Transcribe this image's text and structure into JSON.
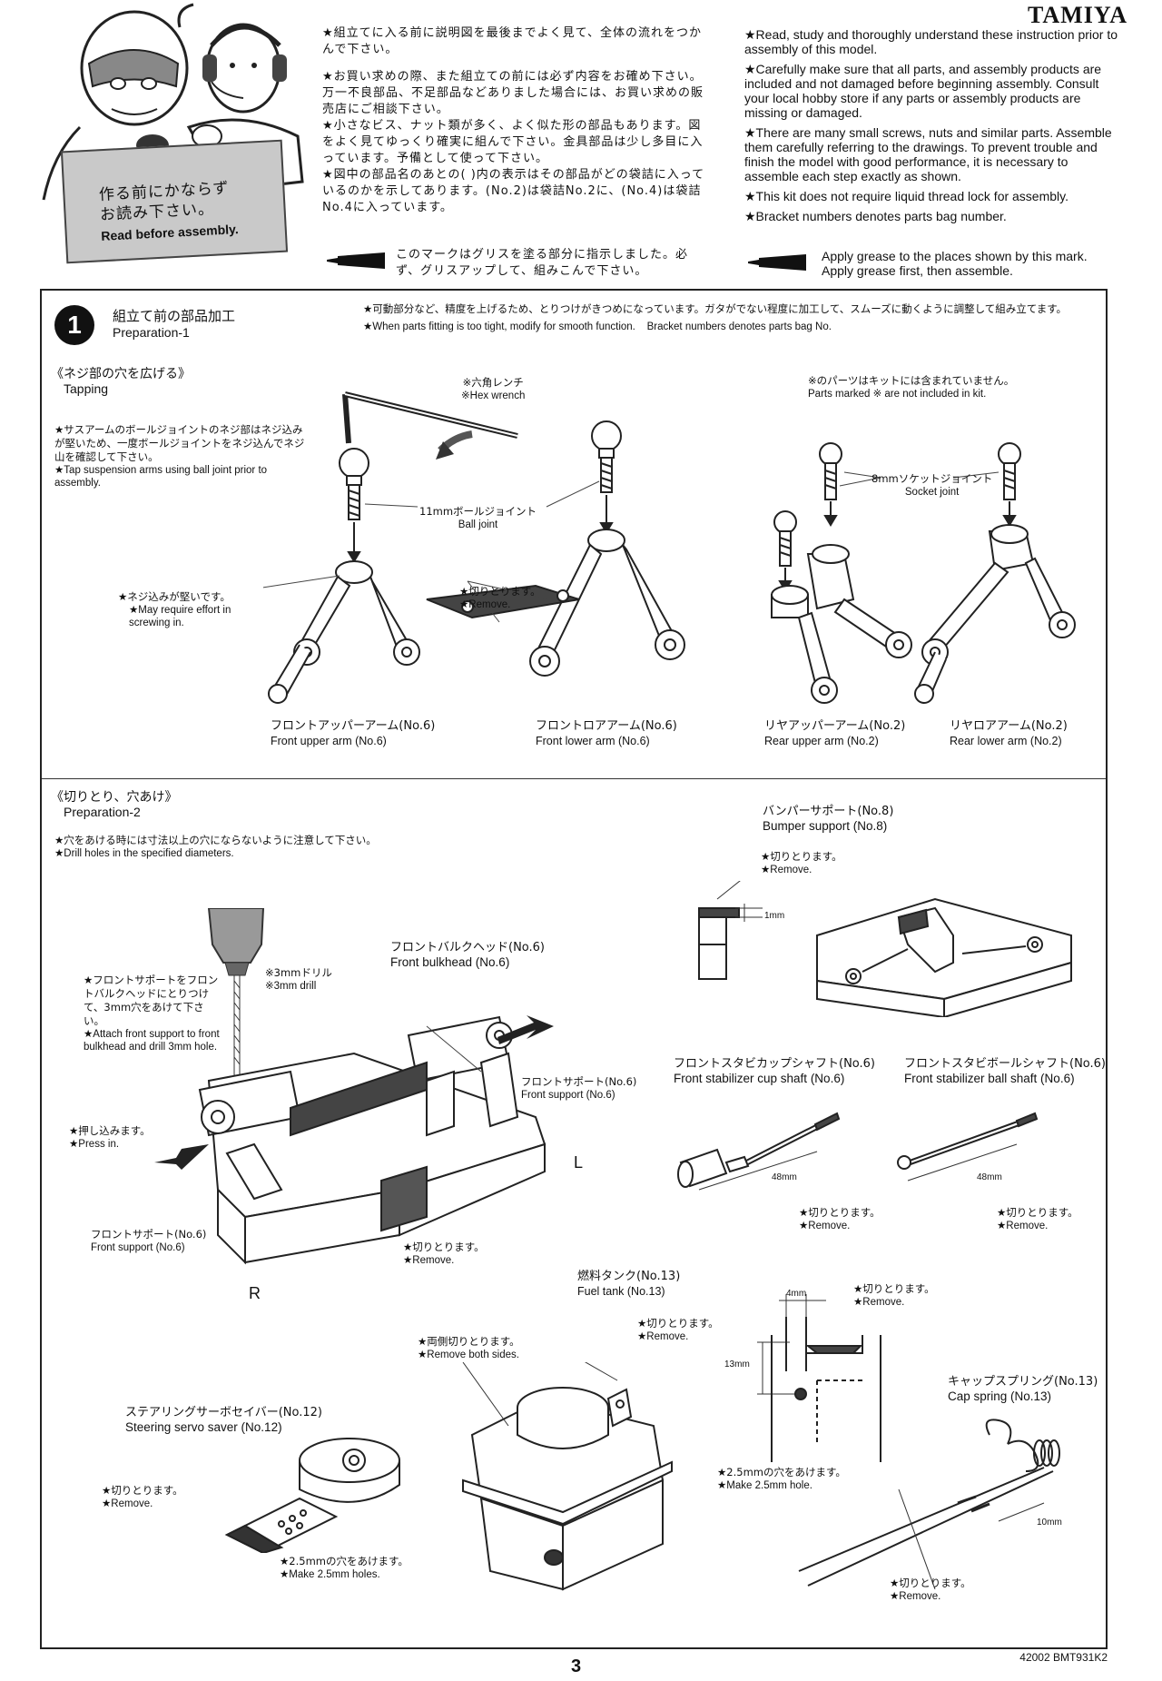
{
  "brand": "TAMIYA",
  "page_number": "3",
  "doc_code": "42002 BMT931K2",
  "sign": {
    "jp_line1": "作る前にかならず",
    "jp_line2": "お読み下さい。",
    "en": "Read before assembly."
  },
  "intro_jp": [
    "★組立てに入る前に説明図を最後までよく見て、全体の流れをつかんで下さい。",
    "★お買い求めの際、また組立ての前には必ず内容をお確め下さい。万一不良部品、不足部品などありました場合には、お買い求めの販売店にご相談下さい。",
    "★小さなビス、ナット類が多く、よく似た形の部品もあります。図をよく見てゆっくり確実に組んで下さい。金具部品は少し多目に入っています。予備として使って下さい。",
    "★図中の部品名のあとの( )内の表示はその部品がどの袋詰に入っているのかを示してあります。(No.2)は袋詰No.2に、(No.4)は袋詰No.4に入っています。"
  ],
  "grease_jp": "このマークはグリスを塗る部分に指示しました。必ず、グリスアップして、組みこんで下さい。",
  "intro_en": [
    "★Read, study and thoroughly understand these instruction prior to assembly of this model.",
    "★Carefully make sure that all parts, and assembly products are included and not damaged before beginning assembly. Consult your local hobby store if any parts or assembly products are missing or damaged.",
    "★There are many small screws, nuts and similar parts. Assemble them carefully referring to the drawings. To prevent trouble and finish the model with good performance, it is necessary to assemble each step exactly as shown.",
    "★This kit does not require liquid thread lock for assembly.",
    "★Bracket numbers denotes parts bag number."
  ],
  "grease_en": "Apply grease to the places shown by this mark. Apply grease first, then assemble.",
  "step1": {
    "number": "1",
    "title_jp": "組立て前の部品加工",
    "title_en": "Preparation-1",
    "note_jp": "★可動部分など、精度を上げるため、とりつけがきつめになっています。ガタがでない程度に加工して、スムーズに動くように調整して組み立てます。",
    "note_en": "★When parts fitting is too tight, modify for smooth function.    Bracket numbers denotes parts bag No."
  },
  "tapping": {
    "heading_jp": "《ネジ部の穴を広げる》",
    "heading_en": "Tapping",
    "desc_jp": "★サスアームのボールジョイントのネジ部はネジ込みが堅いため、一度ボールジョイントをネジ込んでネジ山を確認して下さい。",
    "desc_en": "★Tap suspension arms using ball joint prior to assembly.",
    "hex_jp": "※六角レンチ",
    "hex_en": "※Hex wrench",
    "not_included_jp": "※のパーツはキットには含まれていません。",
    "not_included_en": "Parts marked ※ are not included in kit.",
    "ball_joint_jp": "11mmボールジョイント",
    "ball_joint_en": "Ball joint",
    "socket_jp": "8mmソケットジョイント",
    "socket_en": "Socket joint",
    "effort_jp": "★ネジ込みが堅いです。",
    "effort_en": "★May require effort in screwing in.",
    "remove_jp": "★切りとります。",
    "remove_en": "★Remove.",
    "arms": [
      {
        "jp": "フロントアッパーアーム(No.6)",
        "en": "Front upper arm (No.6)"
      },
      {
        "jp": "フロントロアアーム(No.6)",
        "en": "Front lower arm (No.6)"
      },
      {
        "jp": "リヤアッパーアーム(No.2)",
        "en": "Rear upper arm (No.2)"
      },
      {
        "jp": "リヤロアアーム(No.2)",
        "en": "Rear lower arm (No.2)"
      }
    ]
  },
  "prep2": {
    "heading_jp": "《切りとり、穴あけ》",
    "heading_en": "Preparation-2",
    "desc_jp": "★穴をあける時には寸法以上の穴にならないように注意して下さい。",
    "desc_en": "★Drill holes in the specified diameters.",
    "drill_jp": "※3mmドリル",
    "drill_en": "※3mm drill",
    "attach_jp": "★フロントサポートをフロントバルクヘッドにとりつけて、3mm穴をあけて下さい。",
    "attach_en": "★Attach front support to front bulkhead and drill 3mm hole.",
    "bulkhead_jp": "フロントバルクヘッド(No.6)",
    "bulkhead_en": "Front bulkhead (No.6)",
    "support_jp": "フロントサポート(No.6)",
    "support_en": "Front support (No.6)",
    "press_jp": "★押し込みます。",
    "press_en": "★Press in.",
    "remove_jp": "★切りとります。",
    "remove_en": "★Remove.",
    "L": "L",
    "R": "R",
    "bumper_jp": "バンパーサポート(No.8)",
    "bumper_en": "Bumper support (No.8)",
    "dim_1mm": "1mm",
    "cup_shaft_jp": "フロントスタビカップシャフト(No.6)",
    "cup_shaft_en": "Front stabilizer cup shaft (No.6)",
    "ball_shaft_jp": "フロントスタビボールシャフト(No.6)",
    "ball_shaft_en": "Front stabilizer ball shaft (No.6)",
    "dim_48mm": "48mm",
    "fuel_tank_jp": "燃料タンク(No.13)",
    "fuel_tank_en": "Fuel tank (No.13)",
    "both_sides_jp": "★両側切りとります。",
    "both_sides_en": "★Remove both sides.",
    "dim_4mm": "4mm",
    "dim_13mm": "13mm",
    "hole_25_jp": "★2.5mmの穴をあけます。",
    "hole_25_en": "★Make 2.5mm hole.",
    "cap_spring_jp": "キャップスプリング(No.13)",
    "cap_spring_en": "Cap spring (No.13)",
    "dim_10mm": "10mm",
    "servo_saver_jp": "ステアリングサーボセイバー(No.12)",
    "servo_saver_en": "Steering servo saver (No.12)",
    "holes_25_jp": "★2.5mmの穴をあけます。",
    "holes_25_en": "★Make 2.5mm holes."
  }
}
